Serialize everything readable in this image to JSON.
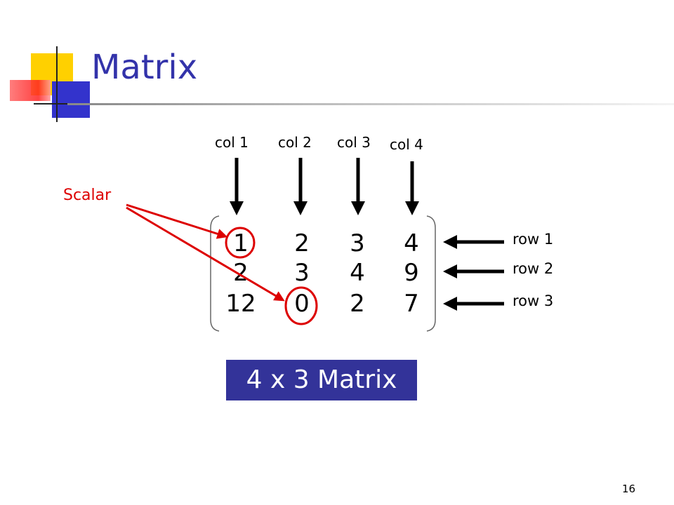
{
  "title": "Matrix",
  "columns": [
    "col 1",
    "col 2",
    "col 3",
    "col 4"
  ],
  "rows": [
    "row 1",
    "row 2",
    "row 3"
  ],
  "matrix": [
    [
      "1",
      "2",
      "3",
      "4"
    ],
    [
      "2",
      "3",
      "4",
      "9"
    ],
    [
      "12",
      "0",
      "2",
      "7"
    ]
  ],
  "scalar_label": "Scalar",
  "dimension_badge": "4 x 3 Matrix",
  "page_number": "16",
  "colors": {
    "title": "#3333aa",
    "accent_red": "#dd0000",
    "badge_bg": "#333399",
    "logo_yellow": "#ffd000",
    "logo_blue": "#3333cc"
  }
}
